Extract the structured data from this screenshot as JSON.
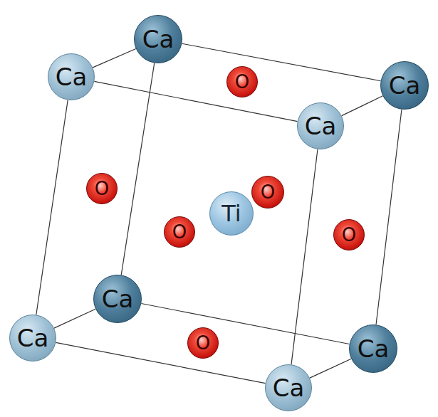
{
  "diagram": {
    "nodes": [
      {
        "text": [
          "Ca"
        ]
      },
      {
        "text": [
          "Ca"
        ]
      },
      {
        "text": [
          "O"
        ]
      },
      {
        "text": [
          "Ca"
        ]
      },
      {
        "text": [
          "Ca"
        ]
      },
      {
        "text": [
          "O"
        ]
      },
      {
        "text": [
          "O"
        ]
      },
      {
        "text": [
          "Ti"
        ]
      },
      {
        "text": [
          "O"
        ]
      },
      {
        "text": [
          "O"
        ]
      },
      {
        "text": [
          "Ca"
        ]
      },
      {
        "text": [
          "Ca"
        ]
      },
      {
        "text": [
          "O"
        ]
      },
      {
        "text": [
          "Ca"
        ]
      },
      {
        "text": [
          "Ca"
        ]
      }
    ],
    "edges": [
      {
        "from": 0,
        "to": 1,
        "arrow": "none"
      },
      {
        "from": 0,
        "to": 3,
        "arrow": "none"
      },
      {
        "from": 1,
        "to": 4,
        "arrow": "none"
      },
      {
        "from": 3,
        "to": 4,
        "arrow": "none"
      },
      {
        "from": 0,
        "to": 10,
        "arrow": "none"
      },
      {
        "from": 1,
        "to": 11,
        "arrow": "none"
      },
      {
        "from": 4,
        "to": 14,
        "arrow": "none"
      },
      {
        "from": 3,
        "to": 13,
        "arrow": "none"
      },
      {
        "from": 10,
        "to": 11,
        "arrow": "none"
      },
      {
        "from": 10,
        "to": 13,
        "arrow": "none"
      },
      {
        "from": 11,
        "to": 14,
        "arrow": "none"
      },
      {
        "from": 13,
        "to": 14,
        "arrow": "none"
      }
    ]
  }
}
